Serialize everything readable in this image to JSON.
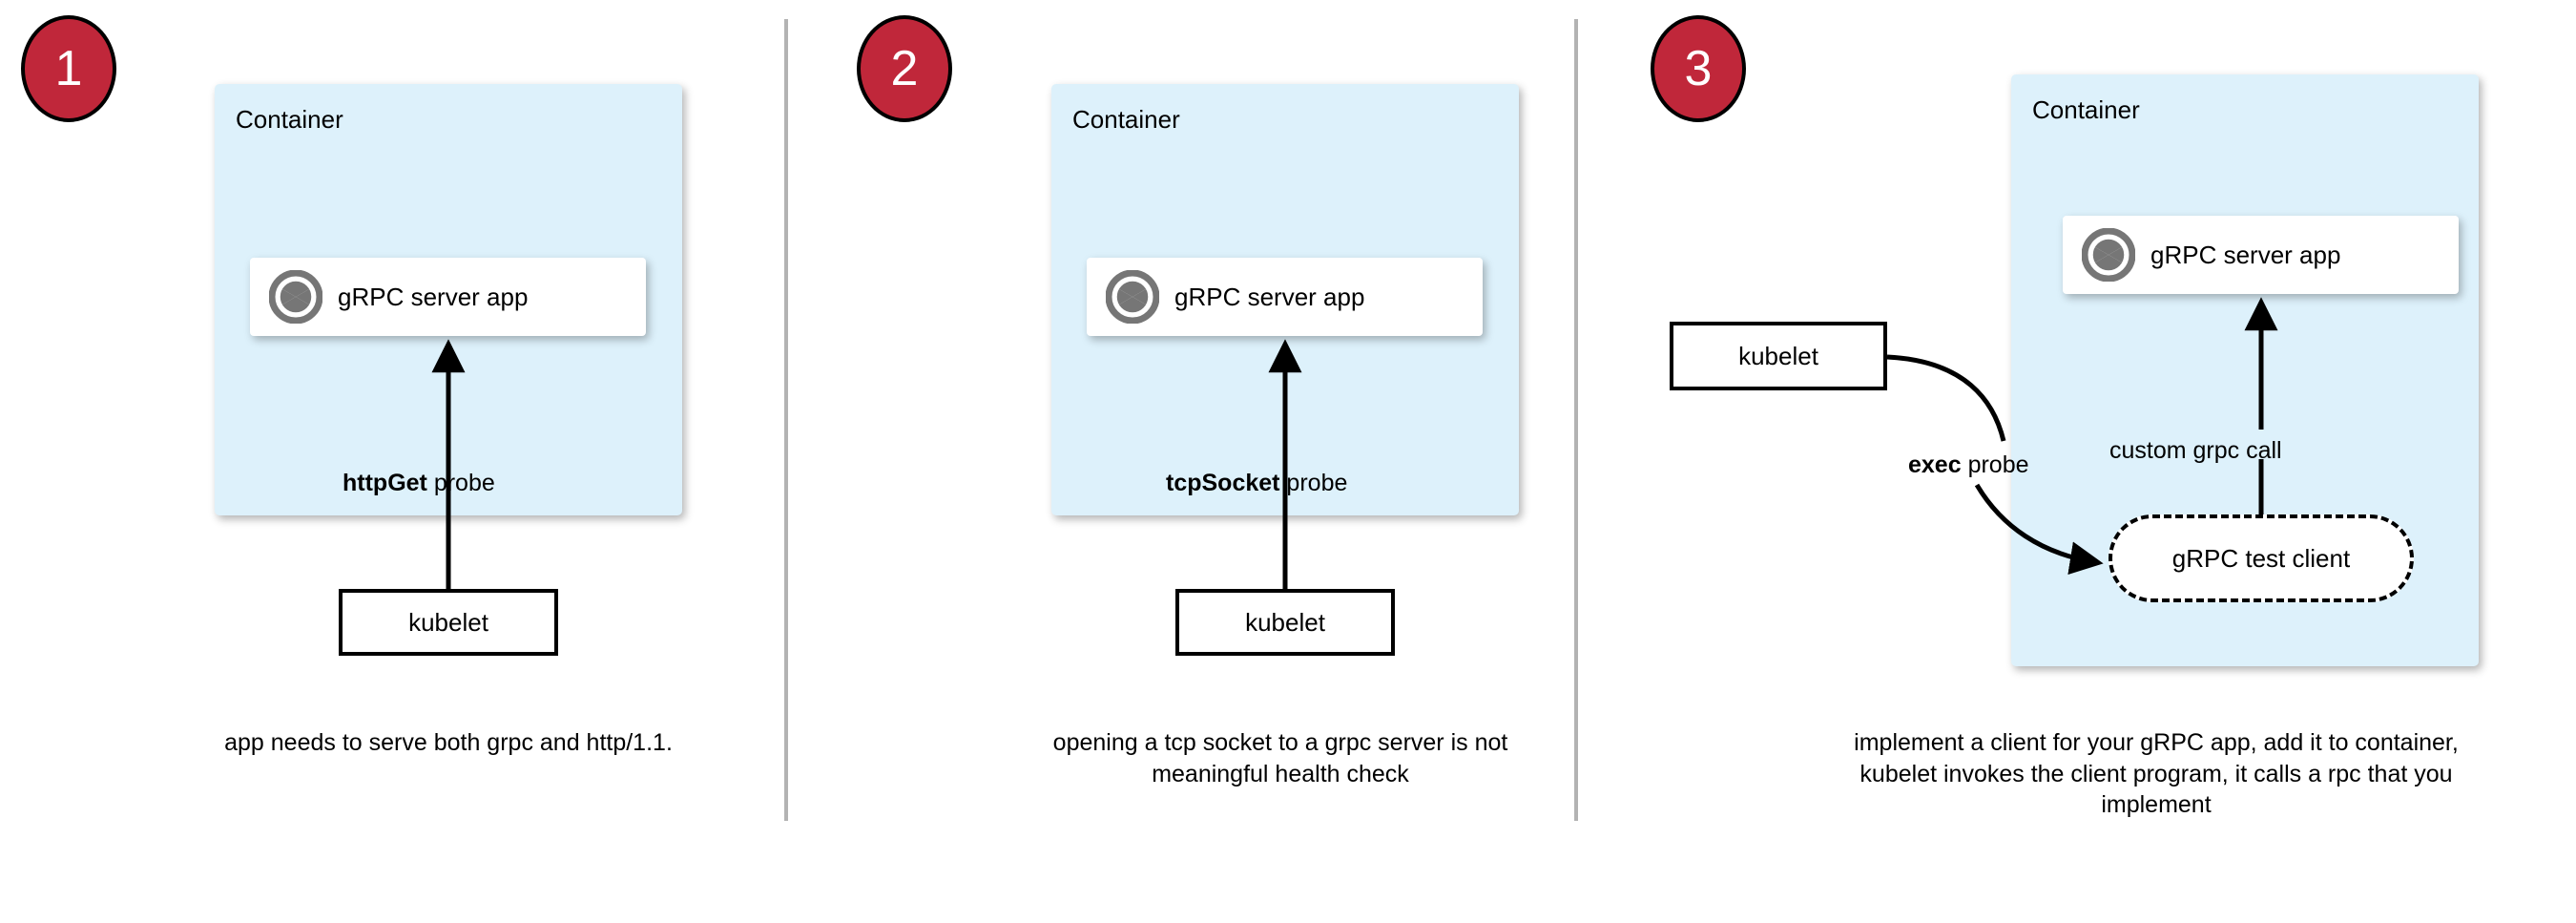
{
  "colors": {
    "badge_red": "#c0273a",
    "container_blue": "#ddf1fb",
    "divider_gray": "#b3b3b3",
    "icon_gray": "#767676",
    "stroke_black": "#000000",
    "card_white": "#ffffff"
  },
  "panels": [
    {
      "step": "1",
      "container_label": "Container",
      "app_label": "gRPC server app",
      "app_icon": "grpc-aperture-icon",
      "probe_label_bold": "httpGet",
      "probe_label_rest": " probe",
      "kubelet_label": "kubelet",
      "caption": "app needs to serve both grpc and http/1.1."
    },
    {
      "step": "2",
      "container_label": "Container",
      "app_label": "gRPC server app",
      "app_icon": "grpc-aperture-icon",
      "probe_label_bold": "tcpSocket",
      "probe_label_rest": " probe",
      "kubelet_label": "kubelet",
      "caption": "opening a tcp socket to a grpc server is not meaningful health check"
    },
    {
      "step": "3",
      "container_label": "Container",
      "app_label": "gRPC server app",
      "app_icon": "grpc-aperture-icon",
      "probe_label_bold": "exec",
      "probe_label_rest": " probe",
      "kubelet_label": "kubelet",
      "call_label": "custom grpc call",
      "test_client_label": "gRPC test client",
      "caption": "implement a client for your gRPC app, add it to container, kubelet invokes the client program, it calls a rpc that you implement"
    }
  ]
}
